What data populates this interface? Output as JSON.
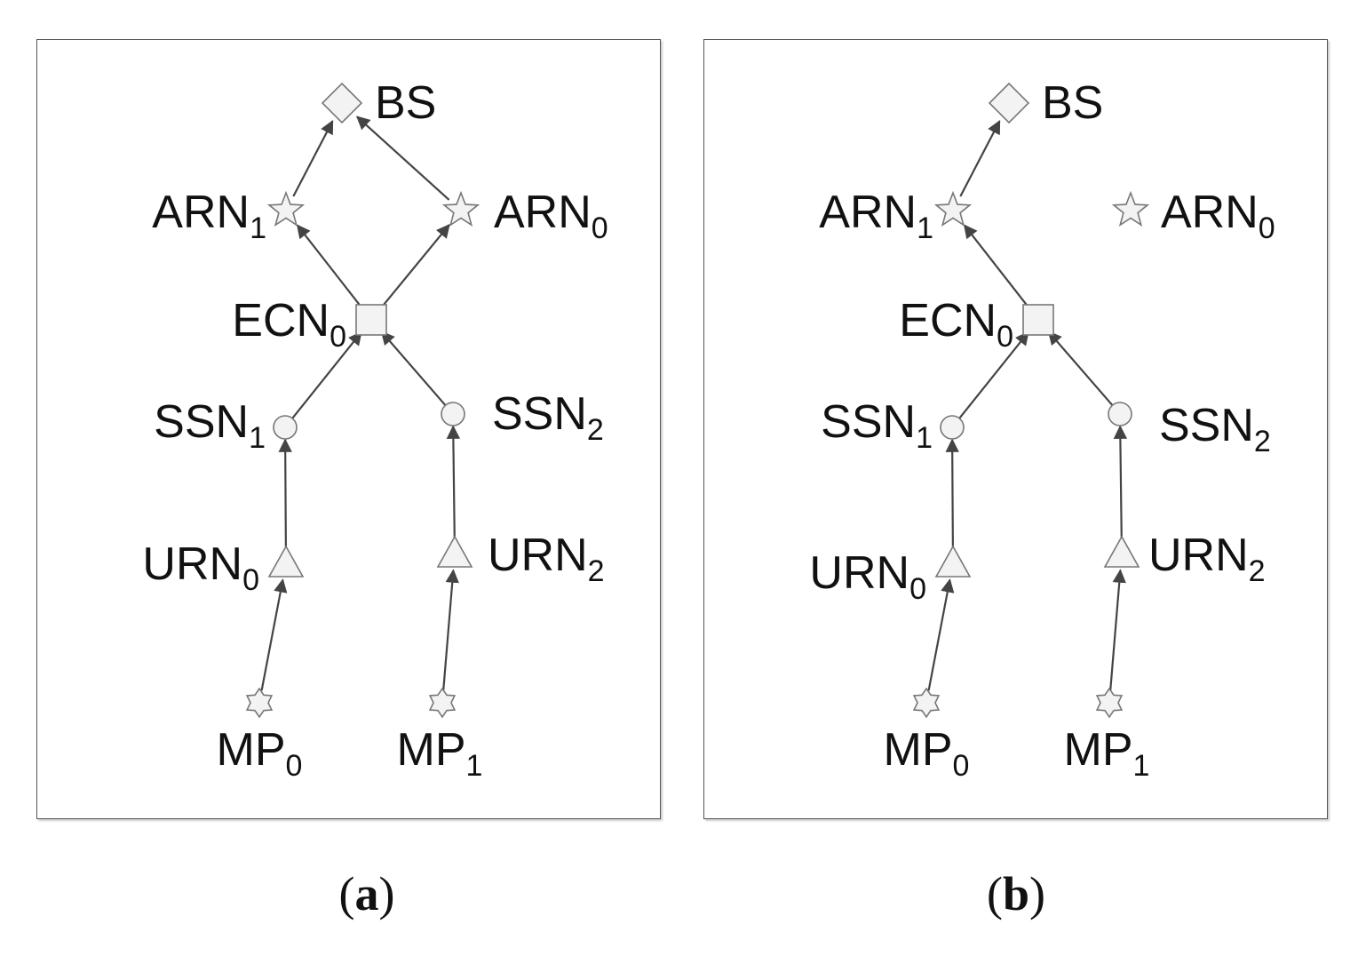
{
  "colors": {
    "edge": "#444444",
    "node_fill": "#f3f3f3",
    "node_stroke": "#777777",
    "text": "#111111",
    "border": "#555555"
  },
  "panels": [
    {
      "id": "a",
      "caption": "a",
      "nodes": [
        {
          "id": "BS",
          "name": "BS",
          "sub": "",
          "shape": "diamond-icon"
        },
        {
          "id": "ARN1",
          "name": "ARN",
          "sub": "1",
          "shape": "star-icon"
        },
        {
          "id": "ARN0",
          "name": "ARN",
          "sub": "0",
          "shape": "star-icon"
        },
        {
          "id": "ECN0",
          "name": "ECN",
          "sub": "0",
          "shape": "square-icon"
        },
        {
          "id": "SSN1",
          "name": "SSN",
          "sub": "1",
          "shape": "circle-icon"
        },
        {
          "id": "SSN2",
          "name": "SSN",
          "sub": "2",
          "shape": "circle-icon"
        },
        {
          "id": "URN0",
          "name": "URN",
          "sub": "0",
          "shape": "triangle-icon"
        },
        {
          "id": "URN2",
          "name": "URN",
          "sub": "2",
          "shape": "triangle-icon"
        },
        {
          "id": "MP0",
          "name": "MP",
          "sub": "0",
          "shape": "six-point-star-icon"
        },
        {
          "id": "MP1",
          "name": "MP",
          "sub": "1",
          "shape": "six-point-star-icon"
        }
      ],
      "edges": [
        [
          "MP0",
          "URN0"
        ],
        [
          "MP1",
          "URN2"
        ],
        [
          "URN0",
          "SSN1"
        ],
        [
          "URN2",
          "SSN2"
        ],
        [
          "SSN1",
          "ECN0"
        ],
        [
          "SSN2",
          "ECN0"
        ],
        [
          "ECN0",
          "ARN1"
        ],
        [
          "ECN0",
          "ARN0"
        ],
        [
          "ARN1",
          "BS"
        ],
        [
          "ARN0",
          "BS"
        ]
      ]
    },
    {
      "id": "b",
      "caption": "b",
      "nodes": [
        {
          "id": "BS",
          "name": "BS",
          "sub": "",
          "shape": "diamond-icon"
        },
        {
          "id": "ARN1",
          "name": "ARN",
          "sub": "1",
          "shape": "star-icon"
        },
        {
          "id": "ARN0",
          "name": "ARN",
          "sub": "0",
          "shape": "star-icon"
        },
        {
          "id": "ECN0",
          "name": "ECN",
          "sub": "0",
          "shape": "square-icon"
        },
        {
          "id": "SSN1",
          "name": "SSN",
          "sub": "1",
          "shape": "circle-icon"
        },
        {
          "id": "SSN2",
          "name": "SSN",
          "sub": "2",
          "shape": "circle-icon"
        },
        {
          "id": "URN0",
          "name": "URN",
          "sub": "0",
          "shape": "triangle-icon"
        },
        {
          "id": "URN2",
          "name": "URN",
          "sub": "2",
          "shape": "triangle-icon"
        },
        {
          "id": "MP0",
          "name": "MP",
          "sub": "0",
          "shape": "six-point-star-icon"
        },
        {
          "id": "MP1",
          "name": "MP",
          "sub": "1",
          "shape": "six-point-star-icon"
        }
      ],
      "edges": [
        [
          "MP0",
          "URN0"
        ],
        [
          "MP1",
          "URN2"
        ],
        [
          "URN0",
          "SSN1"
        ],
        [
          "URN2",
          "SSN2"
        ],
        [
          "SSN1",
          "ECN0"
        ],
        [
          "SSN2",
          "ECN0"
        ],
        [
          "ECN0",
          "ARN1"
        ],
        [
          "ARN1",
          "BS"
        ]
      ]
    }
  ]
}
